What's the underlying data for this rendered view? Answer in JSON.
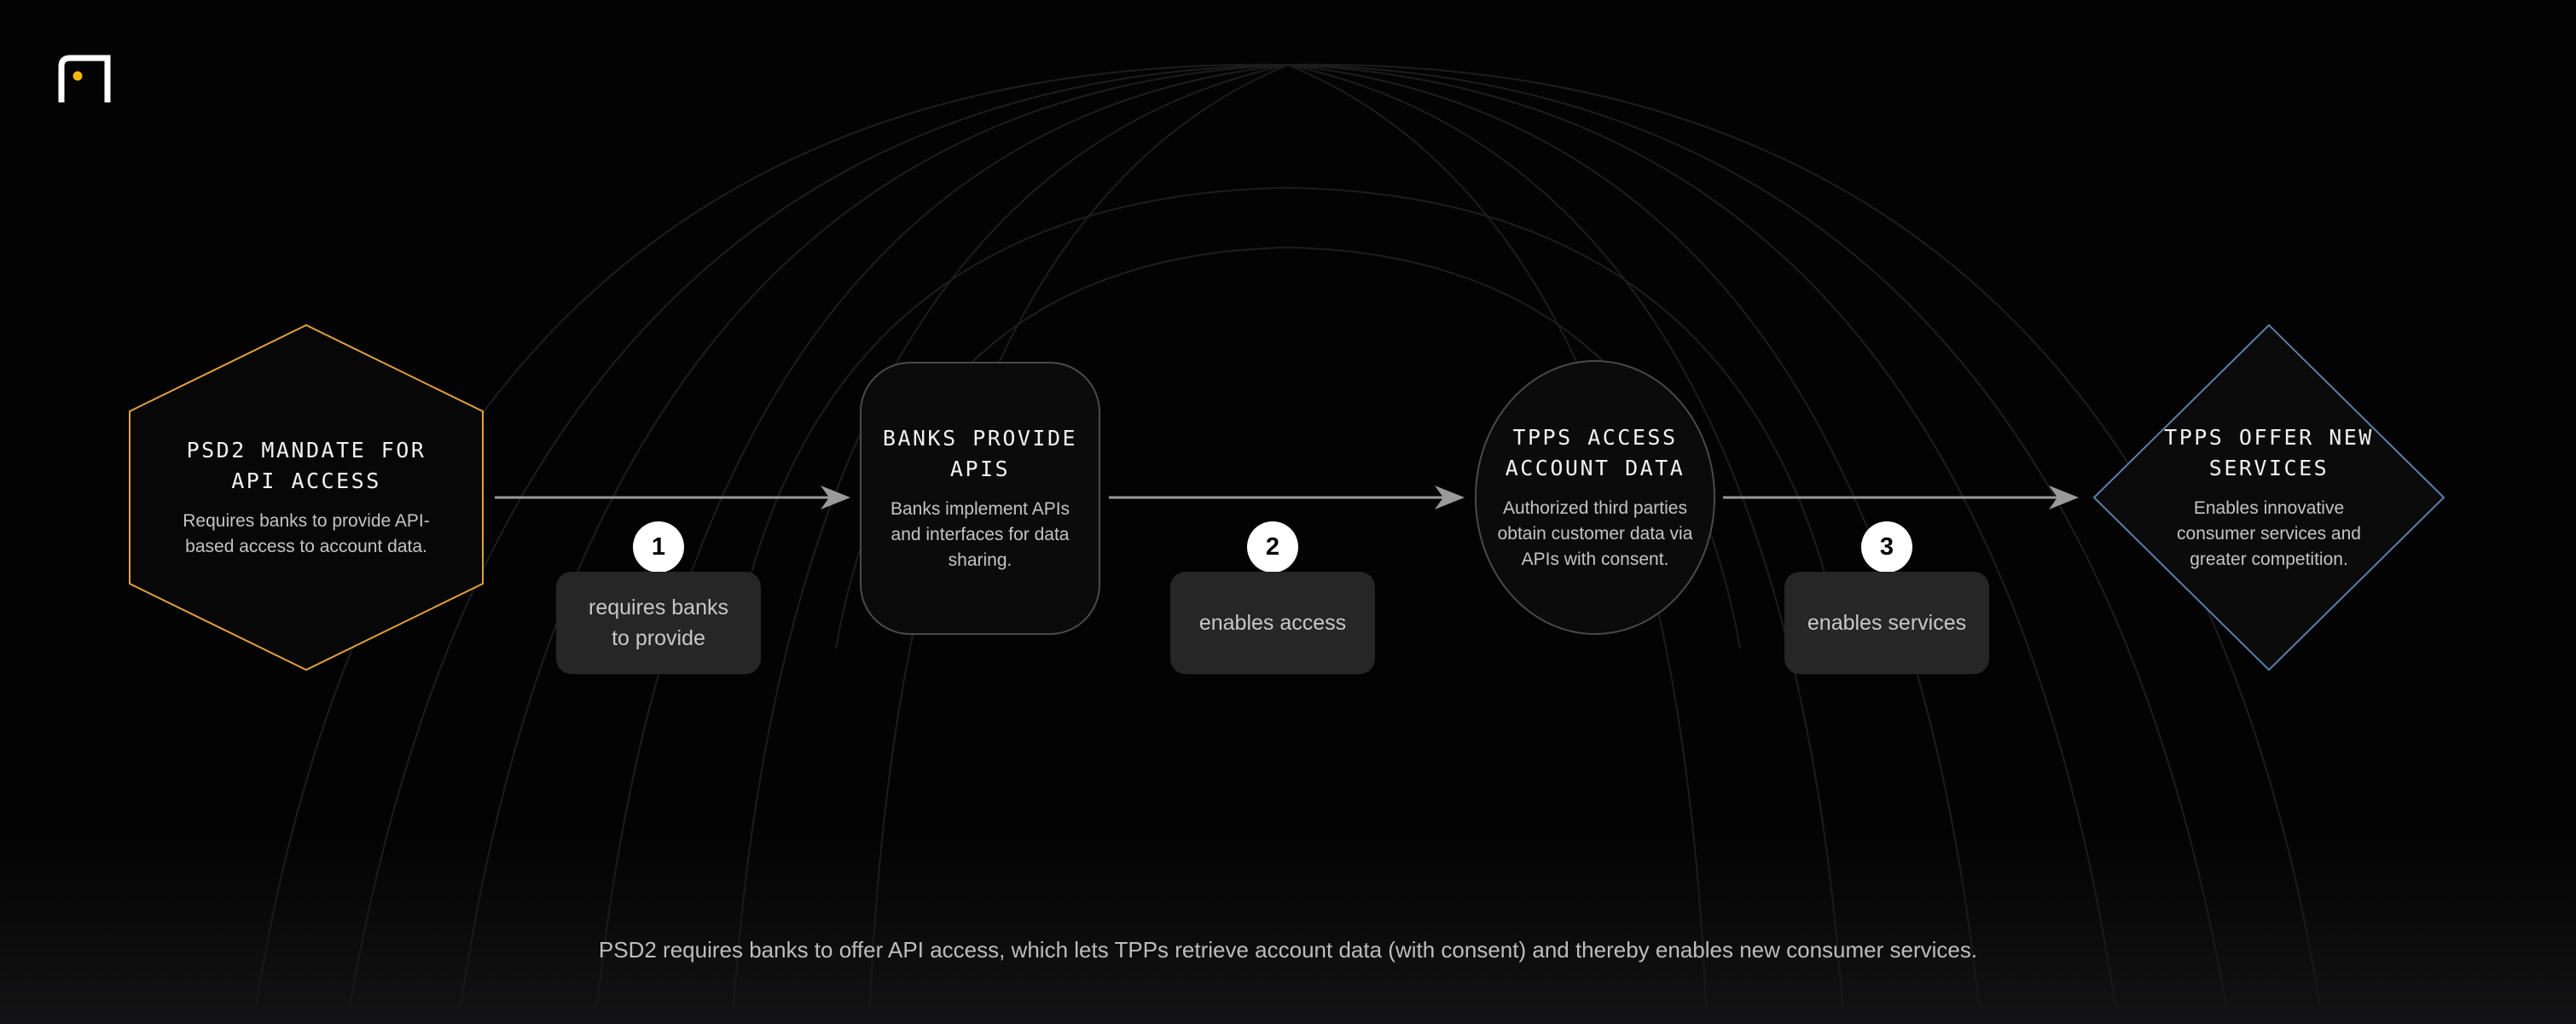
{
  "nodes": {
    "mandate": {
      "title": "PSD2 MANDATE FOR API ACCESS",
      "description": "Requires banks to provide API-based access to account data.",
      "shape": "hexagon",
      "border_color": "#e0a13a"
    },
    "banks": {
      "title": "BANKS PROVIDE APIS",
      "description": "Banks implement APIs and interfaces for data sharing.",
      "shape": "rounded-rectangle",
      "border_color": "#4a4a4a"
    },
    "tpps_access": {
      "title": "TPPS ACCESS ACCOUNT DATA",
      "description": "Authorized third parties obtain customer data via APIs with consent.",
      "shape": "ellipse",
      "border_color": "#4a4a4a"
    },
    "tpps_offer": {
      "title": "TPPS OFFER NEW SERVICES",
      "description": "Enables innovative consumer services and greater competition.",
      "shape": "diamond",
      "border_color": "#5a7fa8"
    }
  },
  "steps": [
    {
      "number": "1",
      "label": "requires banks to provide"
    },
    {
      "number": "2",
      "label": "enables access"
    },
    {
      "number": "3",
      "label": "enables services"
    }
  ],
  "caption": "PSD2 requires banks to offer API access, which lets TPPs retrieve account data (with consent) and thereby enables new consumer services.",
  "colors": {
    "background": "#030303",
    "logo_accent": "#f5b80a",
    "arrow": "#9a9a9a",
    "step_box": "#262626"
  }
}
